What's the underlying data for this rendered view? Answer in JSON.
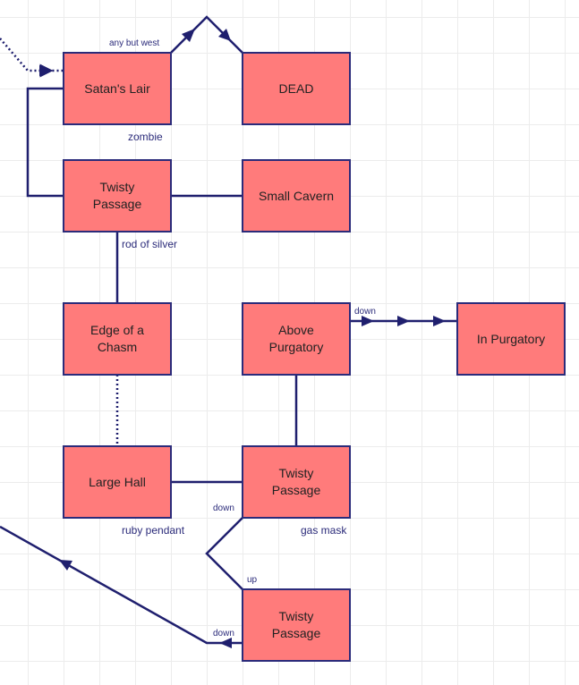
{
  "colors": {
    "room_fill": "#ff7b7b",
    "room_border": "#2b2b7a",
    "edge": "#1f1f6e",
    "label": "#2b2b7a",
    "grid": "#ececec"
  },
  "rooms": [
    {
      "id": "satans-lair",
      "name": "Satan's Lair"
    },
    {
      "id": "dead",
      "name": "DEAD"
    },
    {
      "id": "twisty-passage-1",
      "name": "Twisty Passage"
    },
    {
      "id": "small-cavern",
      "name": "Small Cavern"
    },
    {
      "id": "edge-of-a-chasm",
      "name": "Edge of a Chasm"
    },
    {
      "id": "above-purgatory",
      "name": "Above Purgatory"
    },
    {
      "id": "in-purgatory",
      "name": "In Purgatory"
    },
    {
      "id": "large-hall",
      "name": "Large Hall"
    },
    {
      "id": "twisty-passage-2",
      "name": "Twisty Passage"
    },
    {
      "id": "twisty-passage-3",
      "name": "Twisty Passage"
    }
  ],
  "exit_labels": [
    {
      "text": "any but west"
    },
    {
      "text": "down"
    },
    {
      "text": "down"
    },
    {
      "text": "up"
    },
    {
      "text": "down"
    }
  ],
  "item_labels": [
    {
      "text": "zombie"
    },
    {
      "text": "rod of silver"
    },
    {
      "text": "ruby pendant"
    },
    {
      "text": "gas mask"
    }
  ],
  "connections": [
    {
      "from": "offscreen",
      "to": "Satan's Lair",
      "style": "dotted",
      "directed": true
    },
    {
      "from": "Satan's Lair",
      "to": "DEAD",
      "style": "solid",
      "directed": true,
      "exit": "any but west"
    },
    {
      "from": "Satan's Lair",
      "to": "Twisty Passage",
      "style": "solid",
      "directed": false
    },
    {
      "from": "Twisty Passage",
      "to": "Small Cavern",
      "style": "solid",
      "directed": false
    },
    {
      "from": "Twisty Passage",
      "to": "Edge of a Chasm",
      "style": "solid",
      "directed": false
    },
    {
      "from": "Edge of a Chasm",
      "to": "Large Hall",
      "style": "dotted",
      "directed": false
    },
    {
      "from": "Above Purgatory",
      "to": "In Purgatory",
      "style": "solid",
      "directed": true,
      "exit": "down"
    },
    {
      "from": "Above Purgatory",
      "to": "Twisty Passage",
      "style": "solid",
      "directed": false
    },
    {
      "from": "Large Hall",
      "to": "Twisty Passage",
      "style": "solid",
      "directed": false
    },
    {
      "from": "Twisty Passage",
      "to": "Twisty Passage",
      "style": "solid",
      "directed": false,
      "exits": [
        "down",
        "up"
      ]
    },
    {
      "from": "Twisty Passage",
      "to": "offscreen",
      "style": "solid",
      "directed": true,
      "exit": "down"
    }
  ]
}
